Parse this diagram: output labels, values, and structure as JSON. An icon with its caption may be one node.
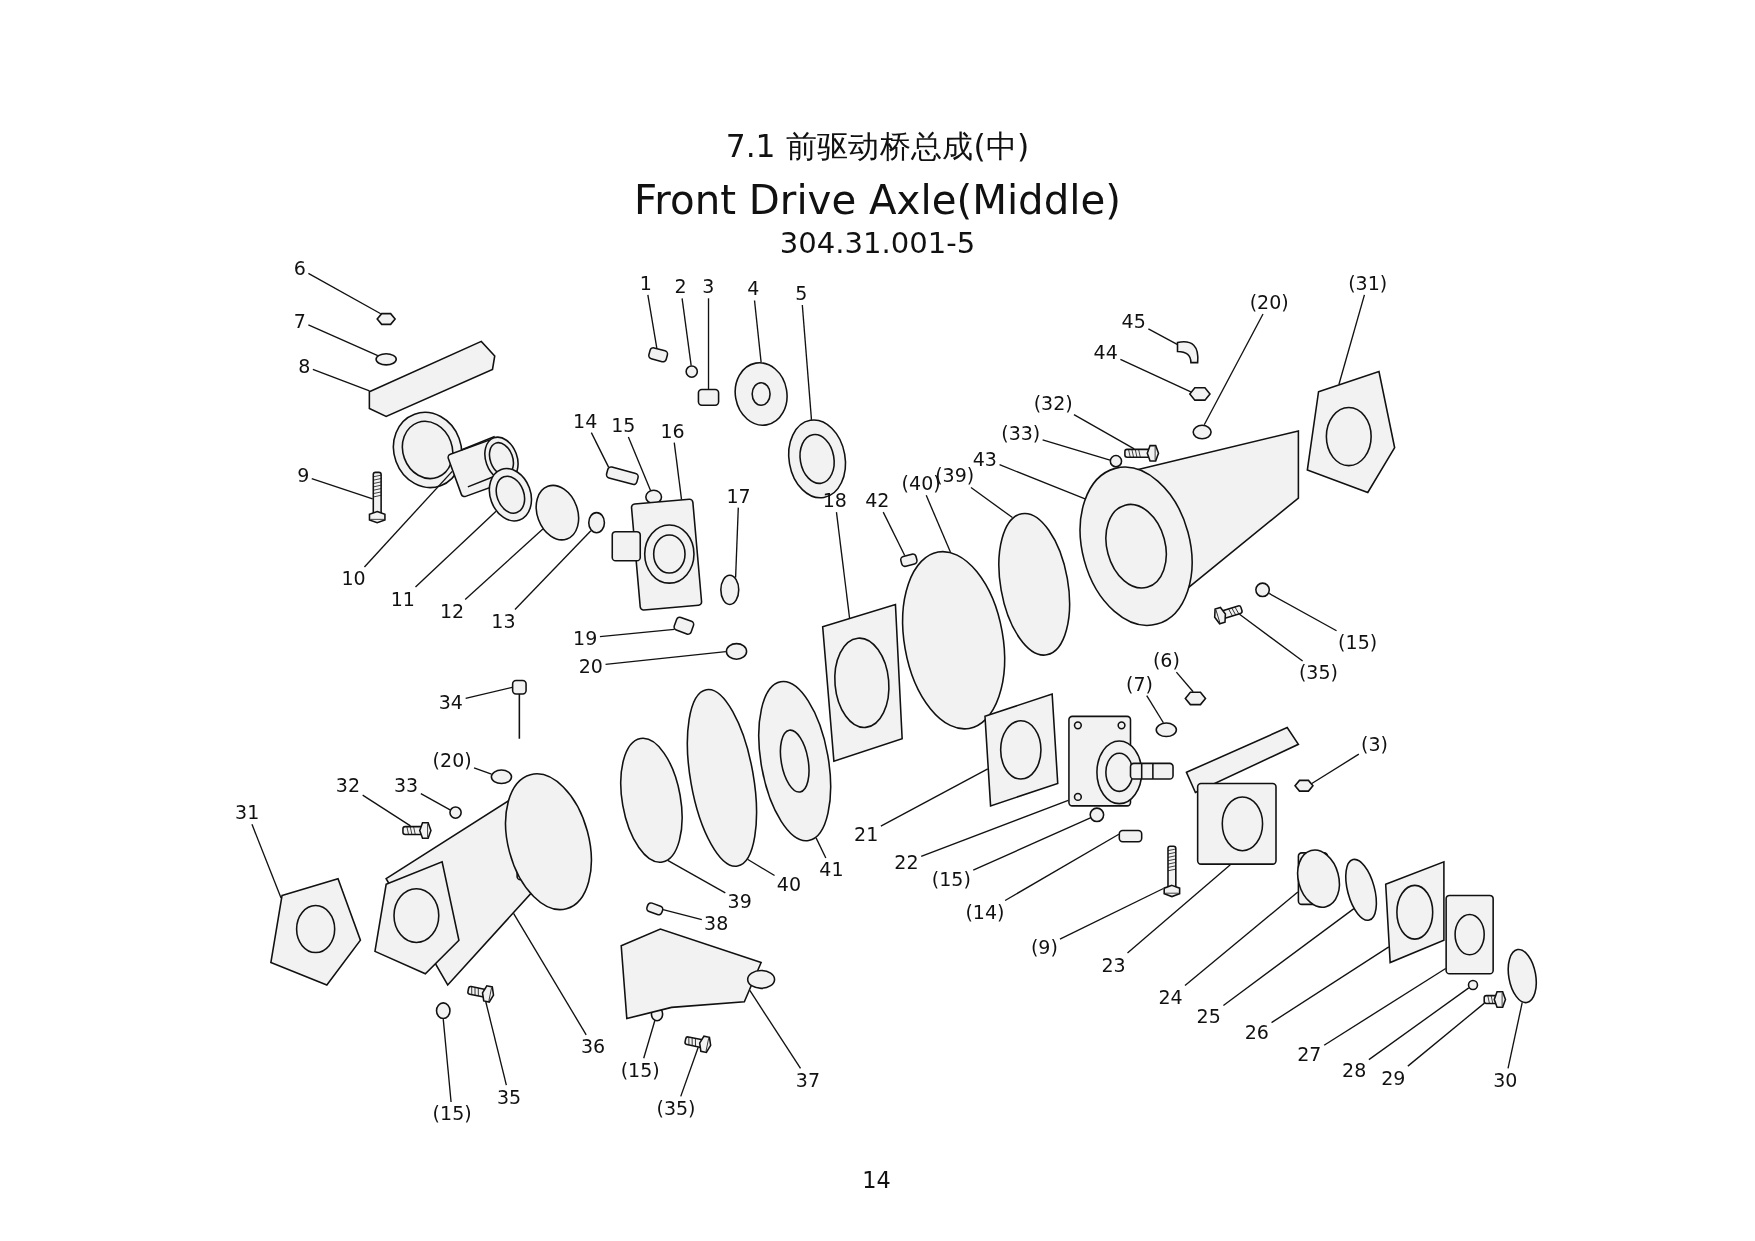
{
  "diagram": {
    "title": "7.1 前驱动桥总成(中)",
    "nodes": [
      {
        "text": [
          "6"
        ]
      },
      {
        "text": [
          "1"
        ]
      },
      {
        "text": [
          "2"
        ]
      },
      {
        "text": [
          "3"
        ]
      },
      {
        "text": [
          "4"
        ]
      },
      {
        "text": [
          "5"
        ]
      },
      {
        "text": [
          "(31)"
        ]
      },
      {
        "text": [
          "(20)"
        ]
      },
      {
        "text": [
          "7"
        ]
      },
      {
        "text": [
          "45"
        ]
      },
      {
        "text": [
          "44"
        ]
      },
      {
        "text": [
          "8"
        ]
      },
      {
        "text": [
          "(32)"
        ]
      },
      {
        "text": [
          "(33)"
        ]
      },
      {
        "text": [
          "14"
        ]
      },
      {
        "text": [
          "15"
        ]
      },
      {
        "text": [
          "16"
        ]
      },
      {
        "text": [
          "43"
        ]
      },
      {
        "text": [
          "9"
        ]
      },
      {
        "text": [
          "(40)"
        ]
      },
      {
        "text": [
          "(39)"
        ]
      },
      {
        "text": [
          "17"
        ]
      },
      {
        "text": [
          "18"
        ]
      },
      {
        "text": [
          "42"
        ]
      },
      {
        "text": [
          "10"
        ]
      },
      {
        "text": [
          "11"
        ]
      },
      {
        "text": [
          "12"
        ]
      },
      {
        "text": [
          "13"
        ]
      },
      {
        "text": [
          "19"
        ]
      },
      {
        "text": [
          "(15)"
        ]
      },
      {
        "text": [
          "20"
        ]
      },
      {
        "text": [
          "(6)"
        ]
      },
      {
        "text": [
          "(35)"
        ]
      },
      {
        "text": [
          "(7)"
        ]
      },
      {
        "text": [
          "34"
        ]
      },
      {
        "text": [
          "(3)"
        ]
      },
      {
        "text": [
          "(20)"
        ]
      },
      {
        "text": [
          "32"
        ]
      },
      {
        "text": [
          "33"
        ]
      },
      {
        "text": [
          "31"
        ]
      },
      {
        "text": [
          "21"
        ]
      },
      {
        "text": [
          "22"
        ]
      },
      {
        "text": [
          "41"
        ]
      },
      {
        "text": [
          "(15)"
        ]
      },
      {
        "text": [
          "40"
        ]
      },
      {
        "text": [
          "39"
        ]
      },
      {
        "text": [
          "(14)"
        ]
      },
      {
        "text": [
          "38"
        ]
      },
      {
        "text": [
          "(9)"
        ]
      },
      {
        "text": [
          "23"
        ]
      },
      {
        "text": [
          "24"
        ]
      },
      {
        "text": [
          "25"
        ]
      },
      {
        "text": [
          "26"
        ]
      },
      {
        "text": [
          "36"
        ]
      },
      {
        "text": [
          "27"
        ]
      },
      {
        "text": [
          "(15)"
        ]
      },
      {
        "text": [
          "28"
        ]
      },
      {
        "text": [
          "37"
        ]
      },
      {
        "text": [
          "29"
        ]
      },
      {
        "text": [
          "30"
        ]
      },
      {
        "text": [
          "35"
        ]
      },
      {
        "text": [
          "(35)"
        ]
      },
      {
        "text": [
          "(15)"
        ]
      },
      {
        "text": [],
        "shape": "hexagon"
      },
      {
        "text": [],
        "shape": "box"
      },
      {
        "text": [],
        "shape": "circle"
      },
      {
        "text": [],
        "shape": "box"
      },
      {
        "text": [],
        "shape": "picture"
      },
      {
        "text": [],
        "shape": "picture"
      },
      {
        "text": [],
        "shape": "picture"
      },
      {
        "text": [],
        "shape": "circle"
      },
      {
        "text": [],
        "shape": "circle"
      },
      {
        "text": [],
        "shape": "picture"
      },
      {
        "text": [],
        "shape": "hexagon"
      },
      {
        "text": [],
        "shape": "picture"
      },
      {
        "text": [],
        "shape": "picture"
      },
      {
        "text": [],
        "shape": "circle"
      },
      {
        "text": [],
        "shape": "box"
      },
      {
        "text": [],
        "shape": "circle"
      },
      {
        "text": [],
        "shape": "picture"
      },
      {
        "text": [],
        "shape": "picture"
      },
      {
        "text": [],
        "shape": "picture"
      },
      {
        "text": [],
        "shape": "circle"
      },
      {
        "text": [],
        "shape": "circle"
      },
      {
        "text": [],
        "shape": "circle"
      },
      {
        "text": [],
        "shape": "picture"
      },
      {
        "text": [],
        "shape": "box"
      },
      {
        "text": [],
        "shape": "picture"
      },
      {
        "text": [],
        "shape": "picture"
      },
      {
        "text": [],
        "shape": "circle"
      },
      {
        "text": [],
        "shape": "circle"
      },
      {
        "text": [],
        "shape": "box"
      },
      {
        "text": [],
        "shape": "circle"
      },
      {
        "text": [],
        "shape": "circle"
      },
      {
        "text": [],
        "shape": "hexagon"
      },
      {
        "text": [],
        "shape": "picture"
      },
      {
        "text": [],
        "shape": "circle"
      },
      {
        "text": [],
        "shape": "picture"
      },
      {
        "text": [],
        "shape": "hexagon"
      },
      {
        "text": [],
        "shape": "circle"
      },
      {
        "text": [],
        "shape": "picture"
      },
      {
        "text": [],
        "shape": "circle"
      },
      {
        "text": [],
        "shape": "picture"
      },
      {
        "text": [],
        "shape": "picture"
      },
      {
        "text": [],
        "shape": "picture"
      },
      {
        "text": [],
        "shape": "picture"
      },
      {
        "text": [],
        "shape": "circle"
      },
      {
        "text": [],
        "shape": "circle"
      },
      {
        "text": [],
        "shape": "circle"
      },
      {
        "text": [],
        "shape": "box"
      },
      {
        "text": [],
        "shape": "box"
      },
      {
        "text": [],
        "shape": "picture"
      },
      {
        "text": [],
        "shape": "picture"
      },
      {
        "text": [],
        "shape": "picture"
      },
      {
        "text": [],
        "shape": "circle"
      },
      {
        "text": [],
        "shape": "picture"
      },
      {
        "text": [],
        "shape": "picture"
      },
      {
        "text": [],
        "shape": "picture"
      },
      {
        "text": [],
        "shape": "circle"
      },
      {
        "text": [],
        "shape": "circle"
      },
      {
        "text": [],
        "shape": "picture"
      },
      {
        "text": [],
        "shape": "picture"
      },
      {
        "text": [],
        "shape": "circle"
      },
      {
        "text": [],
        "shape": "picture"
      },
      {
        "text": [],
        "shape": "picture"
      },
      {
        "text": [],
        "shape": "circle"
      }
    ],
    "edges": [
      {
        "from": 0,
        "to": 63,
        "arrow": "none"
      },
      {
        "from": 1,
        "to": 64,
        "arrow": "none"
      },
      {
        "from": 2,
        "to": 65,
        "arrow": "none"
      },
      {
        "from": 3,
        "to": 66,
        "arrow": "none"
      },
      {
        "from": 4,
        "to": 67,
        "arrow": "none"
      },
      {
        "from": 5,
        "to": 68,
        "arrow": "none"
      },
      {
        "from": 6,
        "to": 69,
        "arrow": "none"
      },
      {
        "from": 7,
        "to": 70,
        "arrow": "none"
      },
      {
        "from": 8,
        "to": 71,
        "arrow": "none"
      },
      {
        "from": 9,
        "to": 72,
        "arrow": "none"
      },
      {
        "from": 10,
        "to": 73,
        "arrow": "none"
      },
      {
        "from": 11,
        "to": 74,
        "arrow": "none"
      },
      {
        "from": 12,
        "to": 75,
        "arrow": "none"
      },
      {
        "from": 13,
        "to": 76,
        "arrow": "none"
      },
      {
        "from": 14,
        "to": 77,
        "arrow": "none"
      },
      {
        "from": 15,
        "to": 78,
        "arrow": "none"
      },
      {
        "from": 16,
        "to": 79,
        "arrow": "none"
      },
      {
        "from": 17,
        "to": 80,
        "arrow": "none"
      },
      {
        "from": 18,
        "to": 81,
        "arrow": "none"
      },
      {
        "from": 19,
        "to": 82,
        "arrow": "none"
      },
      {
        "from": 20,
        "to": 83,
        "arrow": "none"
      },
      {
        "from": 21,
        "to": 84,
        "arrow": "none"
      },
      {
        "from": 22,
        "to": 85,
        "arrow": "none"
      },
      {
        "from": 23,
        "to": 86,
        "arrow": "none"
      },
      {
        "from": 24,
        "to": 87,
        "arrow": "none"
      },
      {
        "from": 25,
        "to": 88,
        "arrow": "none"
      },
      {
        "from": 26,
        "to": 89,
        "arrow": "none"
      },
      {
        "from": 27,
        "to": 90,
        "arrow": "none"
      },
      {
        "from": 28,
        "to": 91,
        "arrow": "none"
      },
      {
        "from": 29,
        "to": 92,
        "arrow": "none"
      },
      {
        "from": 30,
        "to": 93,
        "arrow": "none"
      },
      {
        "from": 31,
        "to": 94,
        "arrow": "none"
      },
      {
        "from": 32,
        "to": 95,
        "arrow": "none"
      },
      {
        "from": 33,
        "to": 96,
        "arrow": "none"
      },
      {
        "from": 34,
        "to": 97,
        "arrow": "none"
      },
      {
        "from": 35,
        "to": 98,
        "arrow": "none"
      },
      {
        "from": 36,
        "to": 99,
        "arrow": "none"
      },
      {
        "from": 37,
        "to": 100,
        "arrow": "none"
      },
      {
        "from": 38,
        "to": 101,
        "arrow": "none"
      },
      {
        "from": 39,
        "to": 102,
        "arrow": "none"
      },
      {
        "from": 40,
        "to": 103,
        "arrow": "none"
      },
      {
        "from": 41,
        "to": 104,
        "arrow": "none"
      },
      {
        "from": 42,
        "to": 105,
        "arrow": "none"
      },
      {
        "from": 43,
        "to": 106,
        "arrow": "none"
      },
      {
        "from": 44,
        "to": 107,
        "arrow": "none"
      },
      {
        "from": 45,
        "to": 108,
        "arrow": "none"
      },
      {
        "from": 46,
        "to": 109,
        "arrow": "none"
      },
      {
        "from": 47,
        "to": 110,
        "arrow": "none"
      },
      {
        "from": 48,
        "to": 111,
        "arrow": "none"
      },
      {
        "from": 49,
        "to": 112,
        "arrow": "none"
      },
      {
        "from": 50,
        "to": 113,
        "arrow": "none"
      },
      {
        "from": 51,
        "to": 114,
        "arrow": "none"
      },
      {
        "from": 52,
        "to": 115,
        "arrow": "none"
      },
      {
        "from": 53,
        "to": 116,
        "arrow": "none"
      },
      {
        "from": 54,
        "to": 117,
        "arrow": "none"
      },
      {
        "from": 55,
        "to": 118,
        "arrow": "none"
      },
      {
        "from": 56,
        "to": 119,
        "arrow": "none"
      },
      {
        "from": 57,
        "to": 120,
        "arrow": "none"
      },
      {
        "from": 58,
        "to": 121,
        "arrow": "none"
      },
      {
        "from": 59,
        "to": 122,
        "arrow": "none"
      },
      {
        "from": 60,
        "to": 123,
        "arrow": "none"
      },
      {
        "from": 61,
        "to": 124,
        "arrow": "none"
      },
      {
        "from": 62,
        "to": 125,
        "arrow": "none"
      }
    ],
    "labels": [
      "Front Drive Axle(Middle)",
      "304.31.001-5",
      "14"
    ]
  }
}
